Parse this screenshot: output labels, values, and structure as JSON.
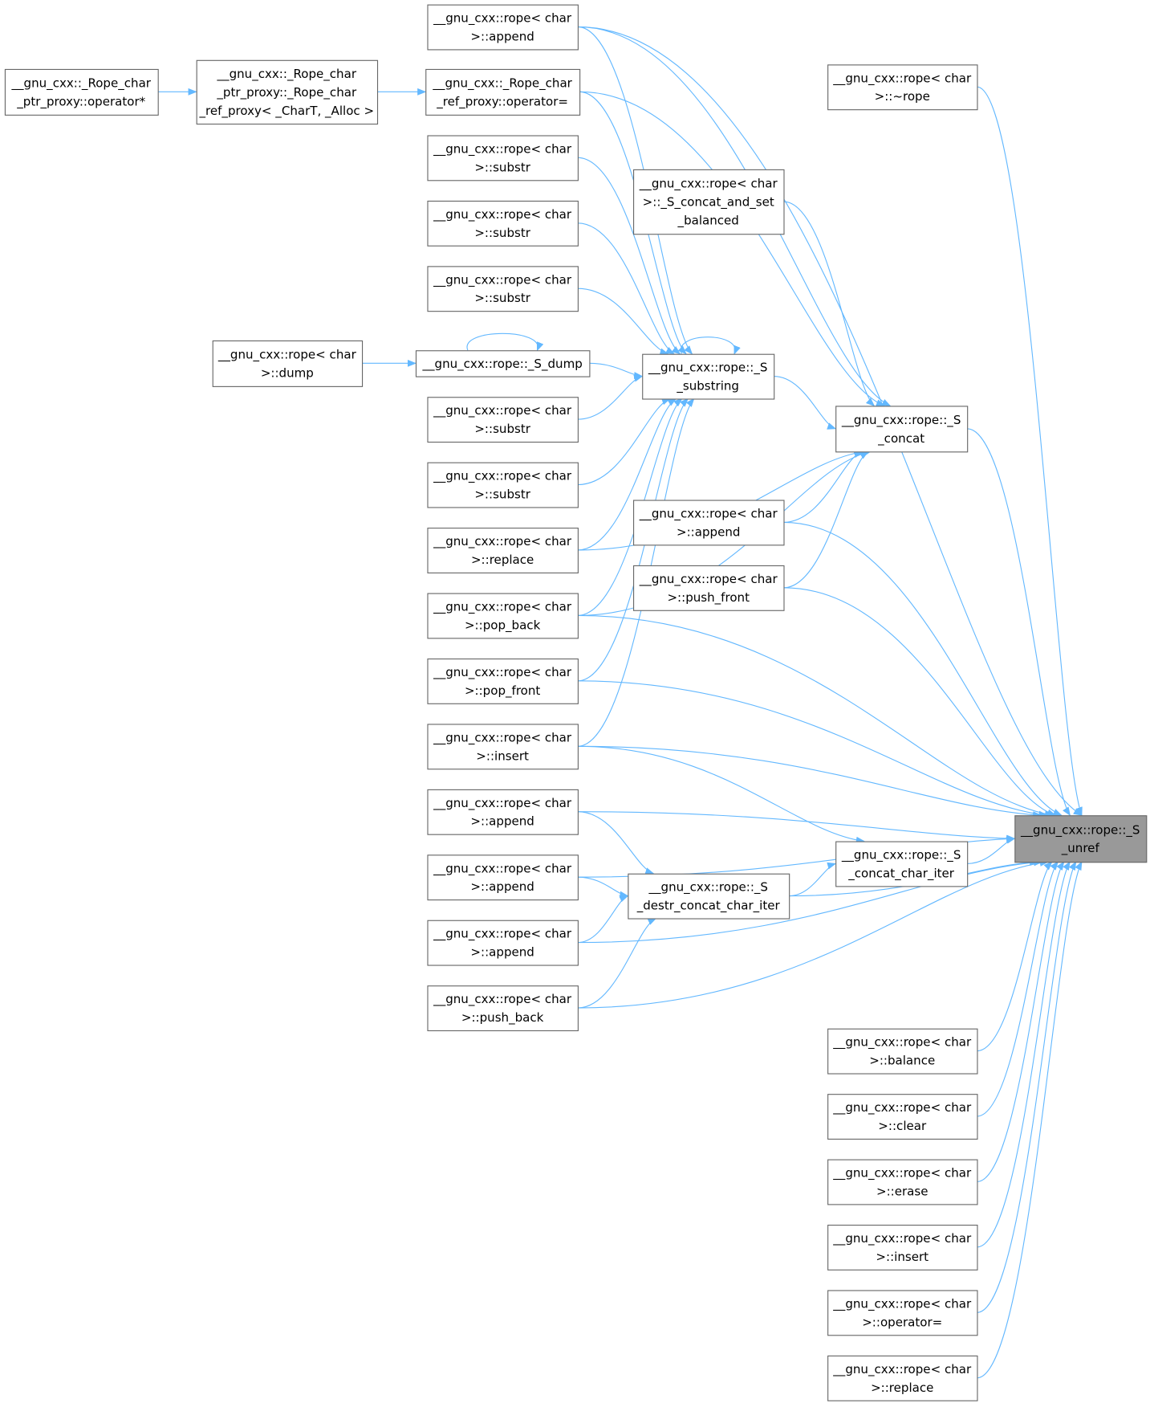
{
  "graph": {
    "type": "call-graph",
    "edge_color": "#63b8ff",
    "highlight_fill": "#999999",
    "nodes": [
      {
        "id": "n1",
        "lines": [
          "__gnu_cxx::rope< char",
          ">::append"
        ]
      },
      {
        "id": "n2",
        "lines": [
          "__gnu_cxx::rope< char",
          ">::~rope"
        ]
      },
      {
        "id": "n3",
        "lines": [
          "__gnu_cxx::_Rope_char",
          "_ptr_proxy::operator*"
        ]
      },
      {
        "id": "n4",
        "lines": [
          "__gnu_cxx::_Rope_char",
          "_ptr_proxy::_Rope_char",
          "_ref_proxy< _CharT, _Alloc >"
        ]
      },
      {
        "id": "n5",
        "lines": [
          "__gnu_cxx::_Rope_char",
          "_ref_proxy::operator="
        ]
      },
      {
        "id": "n6",
        "lines": [
          "__gnu_cxx::rope< char",
          ">::substr"
        ]
      },
      {
        "id": "n7",
        "lines": [
          "__gnu_cxx::rope< char",
          ">::_S_concat_and_set",
          "_balanced"
        ]
      },
      {
        "id": "n8",
        "lines": [
          "__gnu_cxx::rope< char",
          ">::substr"
        ]
      },
      {
        "id": "n9",
        "lines": [
          "__gnu_cxx::rope< char",
          ">::substr"
        ]
      },
      {
        "id": "n10",
        "lines": [
          "__gnu_cxx::rope< char",
          ">::dump"
        ]
      },
      {
        "id": "n11",
        "lines": [
          "__gnu_cxx::rope::_S_dump"
        ]
      },
      {
        "id": "n12",
        "lines": [
          "__gnu_cxx::rope::_S",
          "_substring"
        ]
      },
      {
        "id": "n13",
        "lines": [
          "__gnu_cxx::rope< char",
          ">::substr"
        ]
      },
      {
        "id": "n14",
        "lines": [
          "__gnu_cxx::rope::_S",
          "_concat"
        ]
      },
      {
        "id": "n15",
        "lines": [
          "__gnu_cxx::rope< char",
          ">::substr"
        ]
      },
      {
        "id": "n16",
        "lines": [
          "__gnu_cxx::rope< char",
          ">::append"
        ]
      },
      {
        "id": "n17",
        "lines": [
          "__gnu_cxx::rope< char",
          ">::replace"
        ]
      },
      {
        "id": "n18",
        "lines": [
          "__gnu_cxx::rope< char",
          ">::push_front"
        ]
      },
      {
        "id": "n19",
        "lines": [
          "__gnu_cxx::rope< char",
          ">::pop_back"
        ]
      },
      {
        "id": "n20",
        "lines": [
          "__gnu_cxx::rope< char",
          ">::pop_front"
        ]
      },
      {
        "id": "n21",
        "lines": [
          "__gnu_cxx::rope< char",
          ">::insert"
        ]
      },
      {
        "id": "n22",
        "lines": [
          "__gnu_cxx::rope< char",
          ">::append"
        ]
      },
      {
        "id": "n23",
        "lines": [
          "__gnu_cxx::rope::_S",
          "_unref"
        ],
        "highlight": true
      },
      {
        "id": "n24",
        "lines": [
          "__gnu_cxx::rope::_S",
          "_concat_char_iter"
        ]
      },
      {
        "id": "n25",
        "lines": [
          "__gnu_cxx::rope< char",
          ">::append"
        ]
      },
      {
        "id": "n26",
        "lines": [
          "__gnu_cxx::rope::_S",
          "_destr_concat_char_iter"
        ]
      },
      {
        "id": "n27",
        "lines": [
          "__gnu_cxx::rope< char",
          ">::append"
        ]
      },
      {
        "id": "n28",
        "lines": [
          "__gnu_cxx::rope< char",
          ">::push_back"
        ]
      },
      {
        "id": "n29",
        "lines": [
          "__gnu_cxx::rope< char",
          ">::balance"
        ]
      },
      {
        "id": "n30",
        "lines": [
          "__gnu_cxx::rope< char",
          ">::clear"
        ]
      },
      {
        "id": "n31",
        "lines": [
          "__gnu_cxx::rope< char",
          ">::erase"
        ]
      },
      {
        "id": "n32",
        "lines": [
          "__gnu_cxx::rope< char",
          ">::insert"
        ]
      },
      {
        "id": "n33",
        "lines": [
          "__gnu_cxx::rope< char",
          ">::operator="
        ]
      },
      {
        "id": "n34",
        "lines": [
          "__gnu_cxx::rope< char",
          ">::replace"
        ]
      }
    ],
    "edges": [
      [
        "n3",
        "n4"
      ],
      [
        "n4",
        "n5"
      ],
      [
        "n10",
        "n11"
      ],
      [
        "n11",
        "n11"
      ],
      [
        "n12",
        "n12"
      ],
      [
        "n1",
        "n12"
      ],
      [
        "n5",
        "n12"
      ],
      [
        "n6",
        "n12"
      ],
      [
        "n8",
        "n12"
      ],
      [
        "n9",
        "n12"
      ],
      [
        "n11",
        "n12"
      ],
      [
        "n13",
        "n12"
      ],
      [
        "n15",
        "n12"
      ],
      [
        "n17",
        "n12"
      ],
      [
        "n19",
        "n12"
      ],
      [
        "n20",
        "n12"
      ],
      [
        "n21",
        "n12"
      ],
      [
        "n12",
        "n14"
      ],
      [
        "n1",
        "n14"
      ],
      [
        "n5",
        "n14"
      ],
      [
        "n7",
        "n14"
      ],
      [
        "n16",
        "n14"
      ],
      [
        "n18",
        "n14"
      ],
      [
        "n17",
        "n14"
      ],
      [
        "n19",
        "n14"
      ],
      [
        "n1",
        "n23"
      ],
      [
        "n2",
        "n23"
      ],
      [
        "n14",
        "n23"
      ],
      [
        "n16",
        "n23"
      ],
      [
        "n18",
        "n23"
      ],
      [
        "n19",
        "n23"
      ],
      [
        "n20",
        "n23"
      ],
      [
        "n21",
        "n23"
      ],
      [
        "n22",
        "n23"
      ],
      [
        "n24",
        "n23"
      ],
      [
        "n25",
        "n23"
      ],
      [
        "n26",
        "n23"
      ],
      [
        "n27",
        "n23"
      ],
      [
        "n28",
        "n23"
      ],
      [
        "n29",
        "n23"
      ],
      [
        "n30",
        "n23"
      ],
      [
        "n31",
        "n23"
      ],
      [
        "n32",
        "n23"
      ],
      [
        "n33",
        "n23"
      ],
      [
        "n34",
        "n23"
      ],
      [
        "n21",
        "n24"
      ],
      [
        "n26",
        "n24"
      ],
      [
        "n22",
        "n26"
      ],
      [
        "n25",
        "n26"
      ],
      [
        "n27",
        "n26"
      ],
      [
        "n28",
        "n26"
      ]
    ]
  }
}
